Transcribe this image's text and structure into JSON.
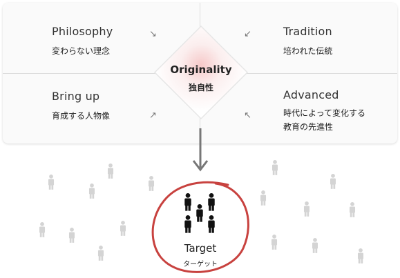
{
  "quadrants": {
    "top_left": {
      "title": "Philosophy",
      "subtitle": "変わらない理念",
      "arrow": "↘"
    },
    "top_right": {
      "title": "Tradition",
      "subtitle": "培われた伝統",
      "arrow": "↙"
    },
    "bottom_left": {
      "title": "Bring up",
      "subtitle": "育成する人物像",
      "arrow": "↗"
    },
    "bottom_right": {
      "title": "Advanced",
      "subtitle_line1": "時代によって変化する",
      "subtitle_line2": "教育の先進性",
      "arrow": "↖"
    }
  },
  "center": {
    "title": "Originality",
    "subtitle": "独自性"
  },
  "target": {
    "title": "Target",
    "subtitle": "ターゲット"
  },
  "colors": {
    "circle": "#c8423f",
    "crowd_figure": "#d4d4d4",
    "target_figure": "#111111",
    "down_arrow": "#777777"
  },
  "icons": {
    "person": "person-icon",
    "down_arrow": "down-arrow-icon"
  }
}
